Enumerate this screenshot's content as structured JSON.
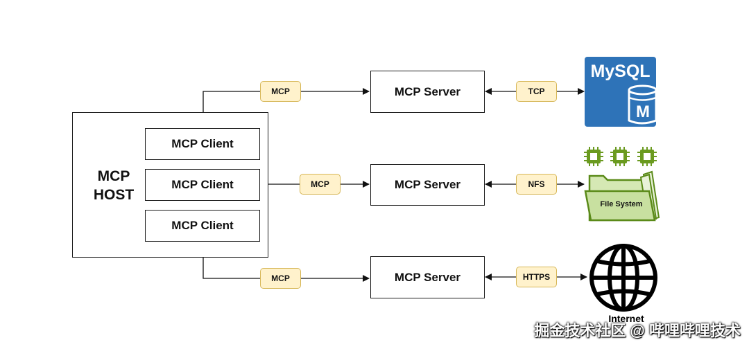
{
  "host": {
    "label_line1": "MCP",
    "label_line2": "HOST"
  },
  "clients": [
    "MCP Client",
    "MCP Client",
    "MCP Client"
  ],
  "servers": [
    "MCP Server",
    "MCP Server",
    "MCP Server"
  ],
  "mcp_tags": [
    "MCP",
    "MCP",
    "MCP"
  ],
  "protocols": [
    "TCP",
    "NFS",
    "HTTPS"
  ],
  "resources": {
    "mysql": {
      "label": "MySQL",
      "letter": "M",
      "icon": "mysql-database-icon"
    },
    "filesystem": {
      "label": "File System",
      "icon": "folder-icon"
    },
    "internet": {
      "label": "Internet",
      "icon": "globe-icon"
    }
  },
  "watermark": "掘金技术社区 @ 哔哩哔哩技术",
  "colors": {
    "tag_fill": "#fff2cc",
    "tag_border": "#d6b656",
    "mysql_blue": "#2e73b8",
    "chip_green": "#6a9a1f",
    "folder_green": "#d5e8b4"
  }
}
